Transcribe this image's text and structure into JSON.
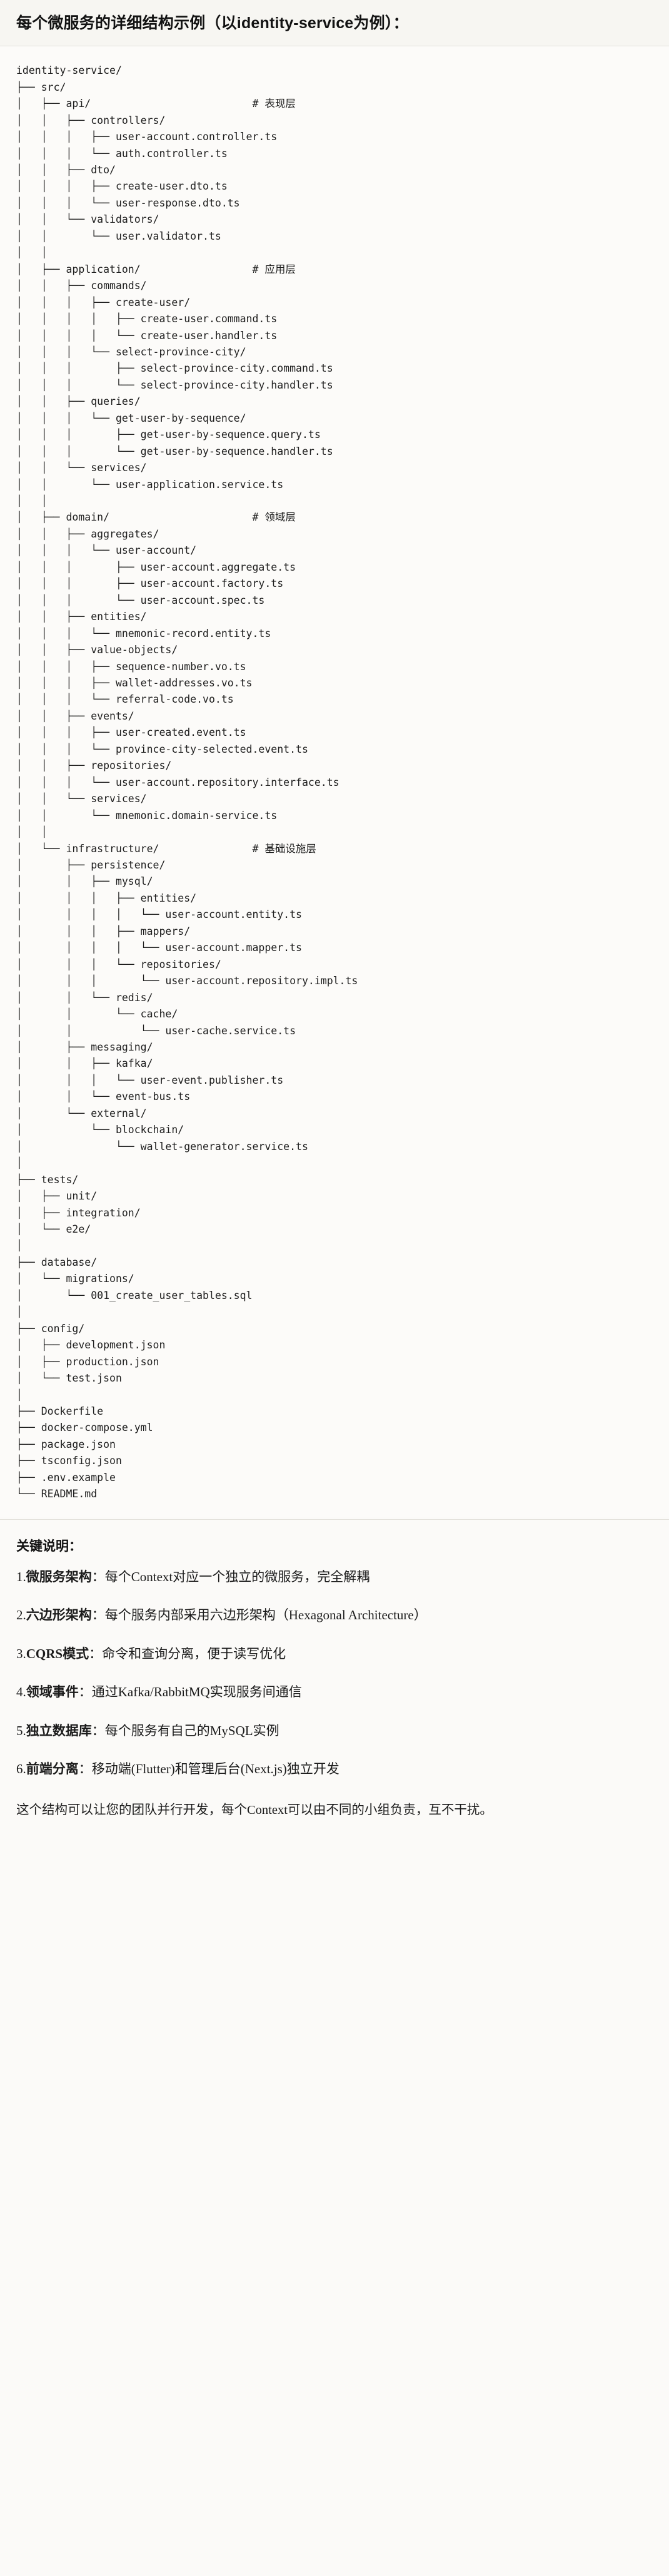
{
  "header": {
    "title": "每个微服务的详细结构示例（以identity-service为例）："
  },
  "tree": {
    "root": "identity-service/",
    "text": "identity-service/\n├── src/\n│   ├── api/                          # 表现层\n│   │   ├── controllers/\n│   │   │   ├── user-account.controller.ts\n│   │   │   └── auth.controller.ts\n│   │   ├── dto/\n│   │   │   ├── create-user.dto.ts\n│   │   │   └── user-response.dto.ts\n│   │   └── validators/\n│   │       └── user.validator.ts\n│   │\n│   ├── application/                  # 应用层\n│   │   ├── commands/\n│   │   │   ├── create-user/\n│   │   │   │   ├── create-user.command.ts\n│   │   │   │   └── create-user.handler.ts\n│   │   │   └── select-province-city/\n│   │   │       ├── select-province-city.command.ts\n│   │   │       └── select-province-city.handler.ts\n│   │   ├── queries/\n│   │   │   └── get-user-by-sequence/\n│   │   │       ├── get-user-by-sequence.query.ts\n│   │   │       └── get-user-by-sequence.handler.ts\n│   │   └── services/\n│   │       └── user-application.service.ts\n│   │\n│   ├── domain/                       # 领域层\n│   │   ├── aggregates/\n│   │   │   └── user-account/\n│   │   │       ├── user-account.aggregate.ts\n│   │   │       ├── user-account.factory.ts\n│   │   │       └── user-account.spec.ts\n│   │   ├── entities/\n│   │   │   └── mnemonic-record.entity.ts\n│   │   ├── value-objects/\n│   │   │   ├── sequence-number.vo.ts\n│   │   │   ├── wallet-addresses.vo.ts\n│   │   │   └── referral-code.vo.ts\n│   │   ├── events/\n│   │   │   ├── user-created.event.ts\n│   │   │   └── province-city-selected.event.ts\n│   │   ├── repositories/\n│   │   │   └── user-account.repository.interface.ts\n│   │   └── services/\n│   │       └── mnemonic.domain-service.ts\n│   │\n│   └── infrastructure/               # 基础设施层\n│       ├── persistence/\n│       │   ├── mysql/\n│       │   │   ├── entities/\n│       │   │   │   └── user-account.entity.ts\n│       │   │   ├── mappers/\n│       │   │   │   └── user-account.mapper.ts\n│       │   │   └── repositories/\n│       │   │       └── user-account.repository.impl.ts\n│       │   └── redis/\n│       │       └── cache/\n│       │           └── user-cache.service.ts\n│       ├── messaging/\n│       │   ├── kafka/\n│       │   │   └── user-event.publisher.ts\n│       │   └── event-bus.ts\n│       └── external/\n│           └── blockchain/\n│               └── wallet-generator.service.ts\n│\n├── tests/\n│   ├── unit/\n│   ├── integration/\n│   └── e2e/\n│\n├── database/\n│   └── migrations/\n│       └── 001_create_user_tables.sql\n│\n├── config/\n│   ├── development.json\n│   ├── production.json\n│   └── test.json\n│\n├── Dockerfile\n├── docker-compose.yml\n├── package.json\n├── tsconfig.json\n├── .env.example\n└── README.md",
    "layer_comments": [
      {
        "layer": "api",
        "comment": "# 表现层"
      },
      {
        "layer": "application",
        "comment": "# 应用层"
      },
      {
        "layer": "domain",
        "comment": "# 领域层"
      },
      {
        "layer": "infrastructure",
        "comment": "# 基础设施层"
      }
    ]
  },
  "notes": {
    "title": "关键说明：",
    "items": [
      {
        "index": "1.",
        "term": "微服务架构",
        "desc": "：每个Context对应一个独立的微服务，完全解耦"
      },
      {
        "index": "2.",
        "term": "六边形架构",
        "desc": "：每个服务内部采用六边形架构（Hexagonal Architecture）"
      },
      {
        "index": "3.",
        "term": "CQRS模式",
        "desc": "：命令和查询分离，便于读写优化"
      },
      {
        "index": "4.",
        "term": "领域事件",
        "desc": "：通过Kafka/RabbitMQ实现服务间通信"
      },
      {
        "index": "5.",
        "term": "独立数据库",
        "desc": "：每个服务有自己的MySQL实例"
      },
      {
        "index": "6.",
        "term": "前端分离",
        "desc": "：移动端(Flutter)和管理后台(Next.js)独立开发"
      }
    ],
    "closing": "这个结构可以让您的团队并行开发，每个Context可以由不同的小组负责，互不干扰。"
  }
}
